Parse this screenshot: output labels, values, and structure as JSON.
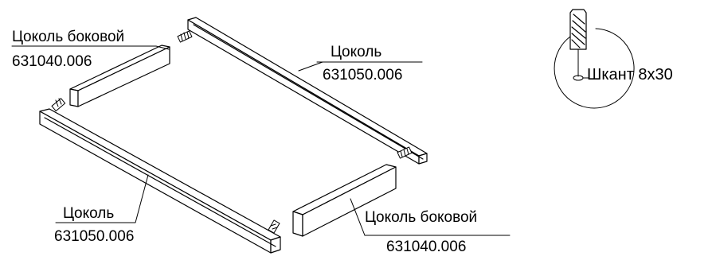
{
  "labels": {
    "side_plinth_top": {
      "name": "Цоколь боковой",
      "code": "631040.006"
    },
    "plinth_back": {
      "name": "Цоколь",
      "code": "631050.006"
    },
    "plinth_front": {
      "name": "Цоколь",
      "code": "631050.006"
    },
    "side_plinth_bottom": {
      "name": "Цоколь боковой",
      "code": "631040.006"
    },
    "dowel": {
      "name": "Шкант 8x30"
    }
  },
  "colors": {
    "line": "#000000",
    "background": "#ffffff"
  }
}
